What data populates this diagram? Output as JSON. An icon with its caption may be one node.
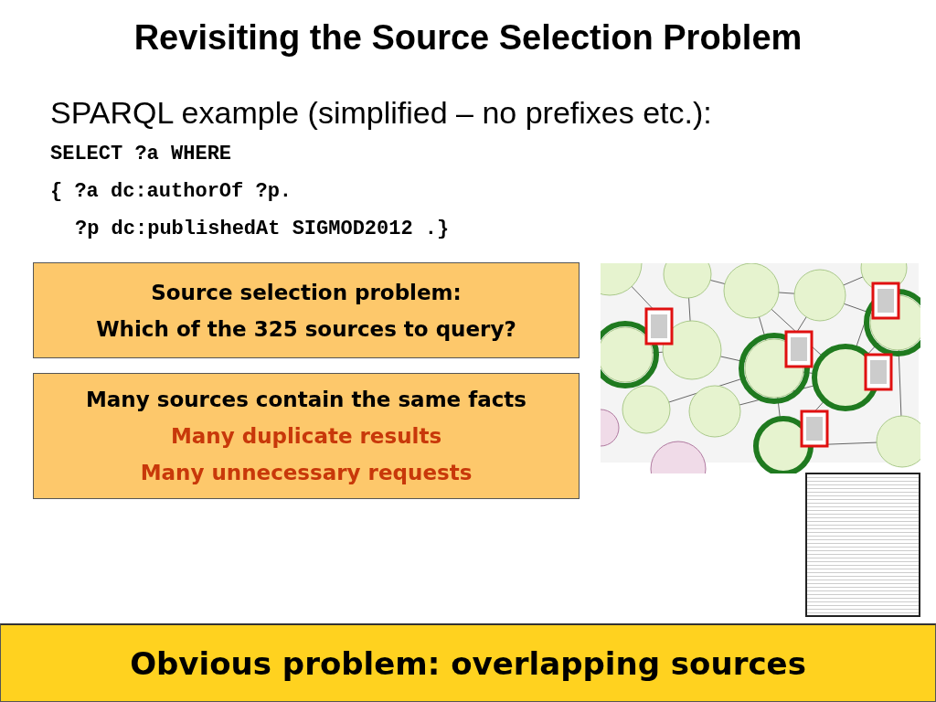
{
  "diagram": {
    "title": "Revisiting the Source Selection Problem",
    "nodes": [
      {
        "text": [
          "Source selection problem:",
          "Which of the 325 sources to query?"
        ]
      },
      {
        "text": [
          "Many sources contain the same facts",
          "Many duplicate results",
          "Many unnecessary requests"
        ]
      },
      {
        "text": [
          "Obvious problem: overlapping sources"
        ]
      }
    ],
    "labels": [
      "SPARQL example (simplified – no prefixes etc.):",
      "SELECT ?a WHERE",
      "{ ?a dc:authorOf ?p.",
      "?p dc:publishedAt SIGMOD2012 .}"
    ]
  }
}
